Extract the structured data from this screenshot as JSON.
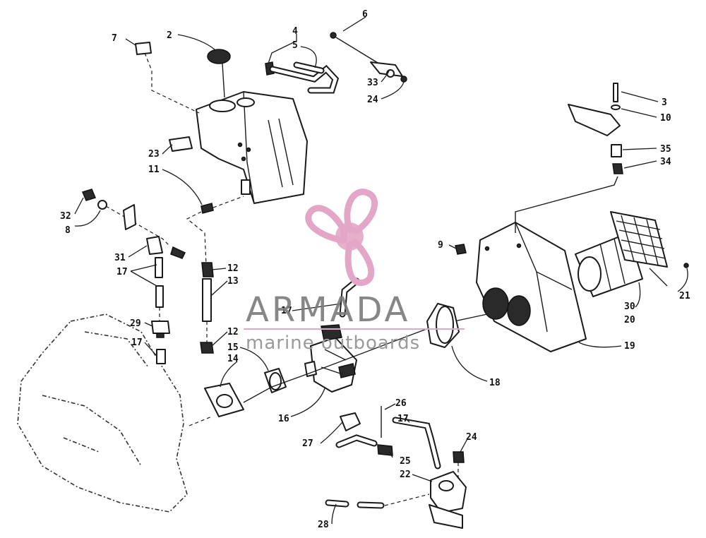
{
  "callouts": {
    "c2": "2",
    "c3": "3",
    "c4": "4",
    "c5": "5",
    "c6": "6",
    "c7": "7",
    "c8": "8",
    "c9": "9",
    "c10": "10",
    "c11": "11",
    "c12a": "12",
    "c12b": "12",
    "c13": "13",
    "c14": "14",
    "c15": "15",
    "c16": "16",
    "c17a": "17",
    "c17b": "17",
    "c17c": "17",
    "c17d": "17",
    "c18": "18",
    "c19": "19",
    "c20": "20",
    "c21": "21",
    "c22": "22",
    "c23": "23",
    "c24a": "24",
    "c24b": "24",
    "c25": "25",
    "c26": "26",
    "c27": "27",
    "c28": "28",
    "c29": "29",
    "c30": "30",
    "c31": "31",
    "c32": "32",
    "c33": "33",
    "c34": "34",
    "c35": "35"
  },
  "watermark": {
    "brand": "ARMADA",
    "tagline": "marine outboards",
    "logo_icon": "propeller-icon",
    "logo_color": "#e3a6c6",
    "text_color": "#7a7a7a"
  }
}
